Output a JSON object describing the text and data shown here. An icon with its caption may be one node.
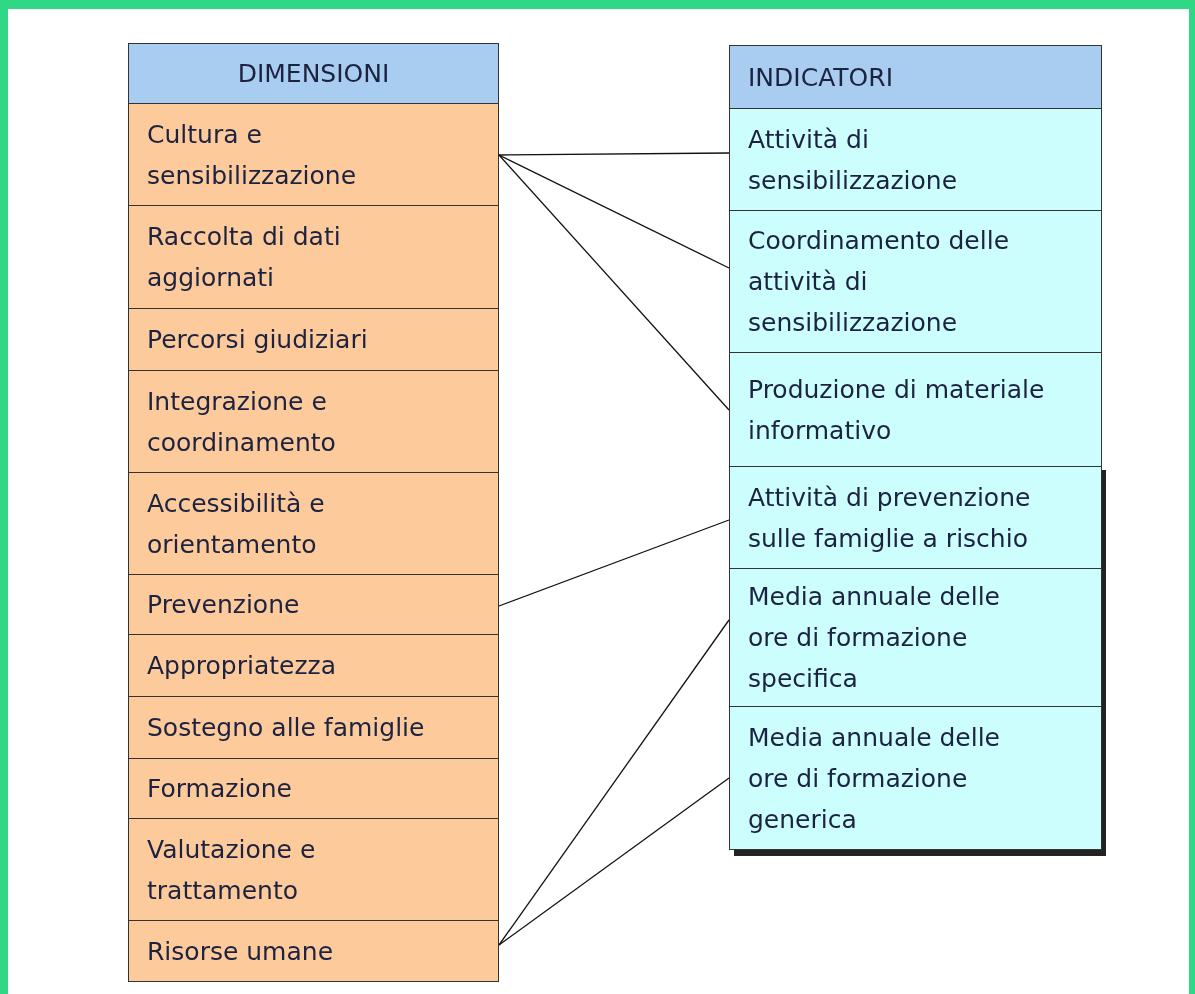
{
  "diagram": {
    "nodes": [
      {
        "text": [
          "DIMENSIONI"
        ]
      },
      {
        "text": [
          "Cultura e sensibilizzazione"
        ]
      },
      {
        "text": [
          "Raccolta di dati aggiornati"
        ]
      },
      {
        "text": [
          "Percorsi giudiziari"
        ]
      },
      {
        "text": [
          "Integrazione e coordinamento"
        ]
      },
      {
        "text": [
          "Accessibilità e orientamento"
        ]
      },
      {
        "text": [
          "Prevenzione"
        ]
      },
      {
        "text": [
          "Appropriatezza"
        ]
      },
      {
        "text": [
          "Sostegno alle famiglie"
        ]
      },
      {
        "text": [
          "Formazione"
        ]
      },
      {
        "text": [
          "Valutazione e trattamento"
        ]
      },
      {
        "text": [
          "Risorse umane"
        ]
      },
      {
        "text": [
          "INDICATORI"
        ]
      },
      {
        "text": [
          "Attività di sensibilizzazione"
        ]
      },
      {
        "text": [
          "Coordinamento delle attività di sensibilizzazione"
        ]
      },
      {
        "text": [
          "Produzione di materiale informativo"
        ]
      },
      {
        "text": [
          "Attività di prevenzione sulle famiglie a rischio"
        ]
      },
      {
        "text": [
          "Media annuale delle ore di formazione specifica"
        ]
      },
      {
        "text": [
          "Media annuale delle ore di formazione generica"
        ]
      }
    ],
    "edges": [
      {
        "from": 1,
        "to": 13,
        "arrow": "none"
      },
      {
        "from": 1,
        "to": 14,
        "arrow": "none"
      },
      {
        "from": 1,
        "to": 15,
        "arrow": "none"
      },
      {
        "from": 6,
        "to": 16,
        "arrow": "none"
      },
      {
        "from": 11,
        "to": 17,
        "arrow": "none"
      },
      {
        "from": 11,
        "to": 18,
        "arrow": "none"
      }
    ]
  }
}
